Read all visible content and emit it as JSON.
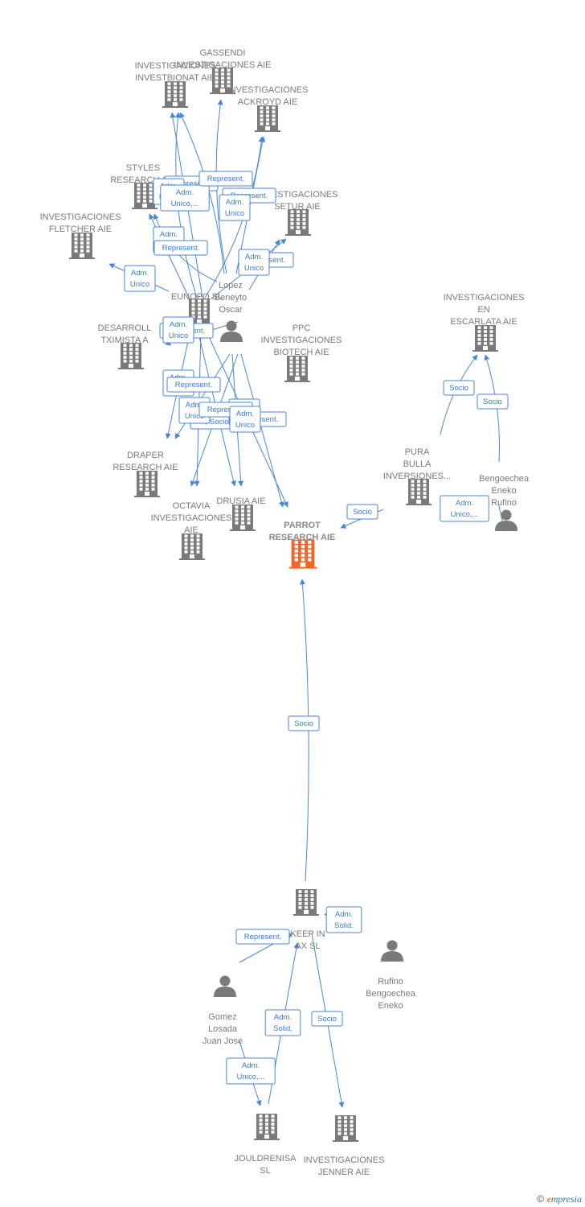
{
  "colors": {
    "edge": "#4a86d8",
    "company": "#7a7a7a",
    "focus": "#f26522",
    "person": "#7a7a7a"
  },
  "nodes": [
    {
      "id": "gassendi",
      "type": "company",
      "label": [
        "GASSENDI",
        "INVESTIGACIONES AIE"
      ]
    },
    {
      "id": "investbionat",
      "type": "company",
      "label": [
        "INVESTIGACIONES",
        "INVESTBIONAT AIE"
      ]
    },
    {
      "id": "ackroyd",
      "type": "company",
      "label": [
        "INVESTIGACIONES",
        "ACKROYD AIE"
      ]
    },
    {
      "id": "styles",
      "type": "company",
      "label": [
        "STYLES",
        "RESEARCH AIE"
      ]
    },
    {
      "id": "setur",
      "type": "company",
      "label": [
        "INVESTIGACIONES",
        "SETUR AIE"
      ]
    },
    {
      "id": "fletcher",
      "type": "company",
      "label": [
        "INVESTIGACIONES",
        "FLETCHER AIE"
      ]
    },
    {
      "id": "lopez",
      "type": "person",
      "label": [
        "Lopez",
        "Beneyto",
        "Oscar"
      ]
    },
    {
      "id": "europo",
      "type": "company",
      "label": [
        "EUNOPO SL"
      ]
    },
    {
      "id": "desarroll",
      "type": "company",
      "label": [
        "DESARROLL",
        "TXIMISTA A"
      ]
    },
    {
      "id": "ppc",
      "type": "company",
      "label": [
        "PPC",
        "INVESTIGACIONES",
        "BIOTECH  AIE"
      ]
    },
    {
      "id": "escarlata",
      "type": "company",
      "label": [
        "INVESTIGACIONES",
        "EN",
        "ESCARLATA AIE"
      ]
    },
    {
      "id": "draper",
      "type": "company",
      "label": [
        "DRAPER",
        "RESEARCH AIE"
      ]
    },
    {
      "id": "pura",
      "type": "company",
      "label": [
        "PURA",
        "BULLA",
        "INVERSIONES..."
      ]
    },
    {
      "id": "bengo1",
      "type": "person",
      "label": [
        "Bengoechea",
        "Eneko",
        "Rufino"
      ]
    },
    {
      "id": "octavia",
      "type": "company",
      "label": [
        "OCTAVIA",
        "INVESTIGACIONES",
        "AIE"
      ]
    },
    {
      "id": "drusia",
      "type": "company",
      "label": [
        "DRUSIA  AIE"
      ]
    },
    {
      "id": "parrot",
      "type": "focus",
      "label": [
        "PARROT",
        "RESEARCH AIE"
      ]
    },
    {
      "id": "keepin",
      "type": "company",
      "label": [
        "KEEP IN",
        "AX  SL"
      ]
    },
    {
      "id": "rufino2",
      "type": "person",
      "label": [
        "Rufino",
        "Bengoechea",
        "Eneko"
      ]
    },
    {
      "id": "gomez",
      "type": "person",
      "label": [
        "Gomez",
        "Losada",
        "Juan Jose"
      ]
    },
    {
      "id": "jouldrenisa",
      "type": "company",
      "label": [
        "JOULDRENISA",
        "SL"
      ]
    },
    {
      "id": "jenner",
      "type": "company",
      "label": [
        "INVESTIGACIONES",
        "JENNER AIE"
      ]
    }
  ],
  "edges": [
    {
      "from": "europo",
      "to": "investbionat",
      "label": [
        "Represent."
      ]
    },
    {
      "from": "europo",
      "to": "gassendi",
      "label": [
        "Adm.",
        "Unico"
      ]
    },
    {
      "from": "lopez",
      "to": "investbionat",
      "label": [
        "Adm.",
        "Unico,..."
      ]
    },
    {
      "from": "lopez",
      "to": "gassendi",
      "label": [
        "Represent."
      ]
    },
    {
      "from": "europo",
      "to": "ackroyd",
      "label": [
        "Represent."
      ]
    },
    {
      "from": "lopez",
      "to": "ackroyd",
      "label": [
        "Adm.",
        "Unico"
      ]
    },
    {
      "from": "europo",
      "to": "styles",
      "label": [
        "Adm.",
        "Unico"
      ]
    },
    {
      "from": "lopez",
      "to": "styles",
      "label": [
        "Represent."
      ]
    },
    {
      "from": "europo",
      "to": "setur",
      "label": [
        "Represent."
      ]
    },
    {
      "from": "lopez",
      "to": "setur",
      "label": [
        "Adm.",
        "Unico"
      ]
    },
    {
      "from": "europo",
      "to": "fletcher",
      "label": [
        "Adm.",
        "Unico"
      ]
    },
    {
      "from": "europo",
      "to": "desarroll",
      "label": [
        "Represent."
      ]
    },
    {
      "from": "lopez",
      "to": "desarroll",
      "label": [
        "Adm.",
        "Unico"
      ]
    },
    {
      "from": "europo",
      "to": "draper",
      "label": [
        "Adm.",
        "Unico"
      ]
    },
    {
      "from": "lopez",
      "to": "draper",
      "label": [
        "Represent."
      ]
    },
    {
      "from": "europo",
      "to": "octavia",
      "label": [
        "Represent.",
        ", Socio"
      ]
    },
    {
      "from": "lopez",
      "to": "octavia",
      "label": [
        "Adm.",
        "Unico"
      ]
    },
    {
      "from": "europo",
      "to": "drusia",
      "label": [
        "Adm.",
        "Unico"
      ]
    },
    {
      "from": "lopez",
      "to": "drusia",
      "label": [
        "Represent."
      ]
    },
    {
      "from": "europo",
      "to": "parrot",
      "label": [
        "Represent."
      ]
    },
    {
      "from": "lopez",
      "to": "parrot",
      "label": [
        "Adm.",
        "Unico"
      ]
    },
    {
      "from": "pura",
      "to": "escarlata",
      "label": [
        "Socio"
      ]
    },
    {
      "from": "bengo1",
      "to": "escarlata",
      "label": [
        "Socio"
      ]
    },
    {
      "from": "pura",
      "to": "parrot",
      "label": [
        "Socio"
      ]
    },
    {
      "from": "bengo1",
      "to": "pura",
      "label": [
        "Adm.",
        "Unico,..."
      ]
    },
    {
      "from": "keepin",
      "to": "parrot",
      "label": [
        "Socio"
      ]
    },
    {
      "from": "rufino2",
      "to": "keepin",
      "label": [
        "Adm.",
        "Solid."
      ]
    },
    {
      "from": "gomez",
      "to": "keepin",
      "label": [
        "Represent."
      ]
    },
    {
      "from": "jouldrenisa",
      "to": "keepin",
      "label": [
        "Adm.",
        "Solid."
      ]
    },
    {
      "from": "gomez",
      "to": "jouldrenisa",
      "label": [
        "Adm.",
        "Unico,..."
      ]
    },
    {
      "from": "keepin",
      "to": "jenner",
      "label": [
        "Socio"
      ]
    }
  ],
  "footer": {
    "copyright": "©",
    "brand_e": "e",
    "brand_rest": "mpresia"
  }
}
